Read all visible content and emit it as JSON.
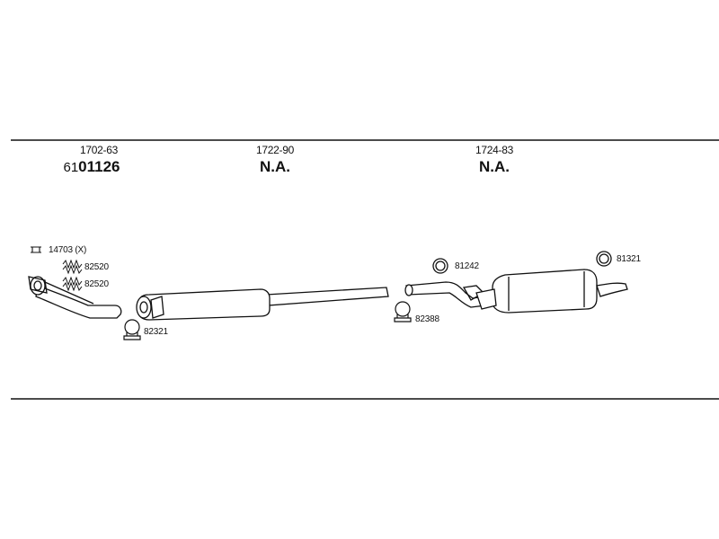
{
  "diagram": {
    "sections": [
      {
        "code": "1702-63",
        "number_prefix": "61",
        "number_main": "01126"
      },
      {
        "code": "1722-90",
        "number_prefix": "",
        "number_main": "N.A."
      },
      {
        "code": "1724-83",
        "number_prefix": "",
        "number_main": "N.A."
      }
    ],
    "parts": [
      {
        "label": "14703 (X)",
        "icon": "gasket-icon"
      },
      {
        "label": "82520",
        "icon": "spring-icon"
      },
      {
        "label": "82520",
        "icon": "spring-icon"
      },
      {
        "label": "82321",
        "icon": "clamp-icon"
      },
      {
        "label": "81242",
        "icon": "ring-icon"
      },
      {
        "label": "82388",
        "icon": "clamp-icon"
      },
      {
        "label": "81321",
        "icon": "ring-icon"
      }
    ],
    "colors": {
      "line": "#111111",
      "background": "#ffffff",
      "part_fill": "#ffffff"
    }
  }
}
